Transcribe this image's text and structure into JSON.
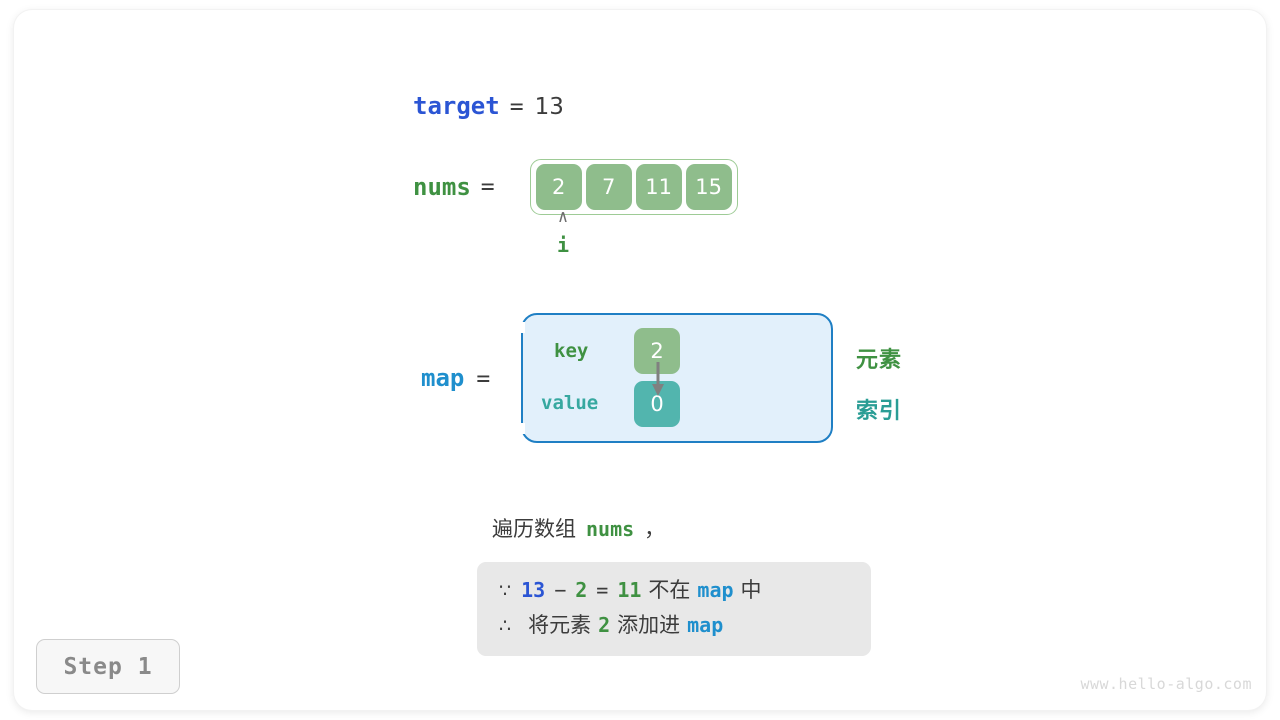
{
  "target": {
    "name": "target",
    "equals": "=",
    "value": "13"
  },
  "nums": {
    "name": "nums",
    "equals": "=",
    "cells": [
      "2",
      "7",
      "11",
      "15"
    ]
  },
  "pointer": {
    "caret": "∧",
    "label": "i"
  },
  "map": {
    "name": "map",
    "equals": "=",
    "key_label": "key",
    "value_label": "value",
    "key_cell": "2",
    "value_cell": "0",
    "annotations": {
      "element": "元素",
      "index": "索引"
    }
  },
  "caption": {
    "prefix": "遍历数组",
    "code": "nums",
    "suffix": "，"
  },
  "reason": {
    "line1": {
      "sym": "∵",
      "a": "13",
      "minus": "−",
      "b": "2",
      "eq": "=",
      "c": "11",
      "not_in": "不在",
      "map": "map",
      "in_suffix": "中"
    },
    "line2": {
      "sym": "∴",
      "add_elem": "将元素",
      "elem": "2",
      "add_into": "添加进",
      "map": "map"
    }
  },
  "step_badge": "Step 1",
  "watermark": "www.hello-algo.com",
  "colors": {
    "accent_blue": "#2b55d4",
    "light_blue": "#1f8fcd",
    "green": "#3f9142",
    "teal": "#37a8a0",
    "cell_green": "#8fbd8c",
    "cell_teal": "#52b5ae",
    "map_bg": "#e2f0fb",
    "map_border": "#1f7fc4",
    "reason_bg": "#e8e8e8",
    "text_dark": "#3c3c3c",
    "gray": "#8a8a8a"
  }
}
